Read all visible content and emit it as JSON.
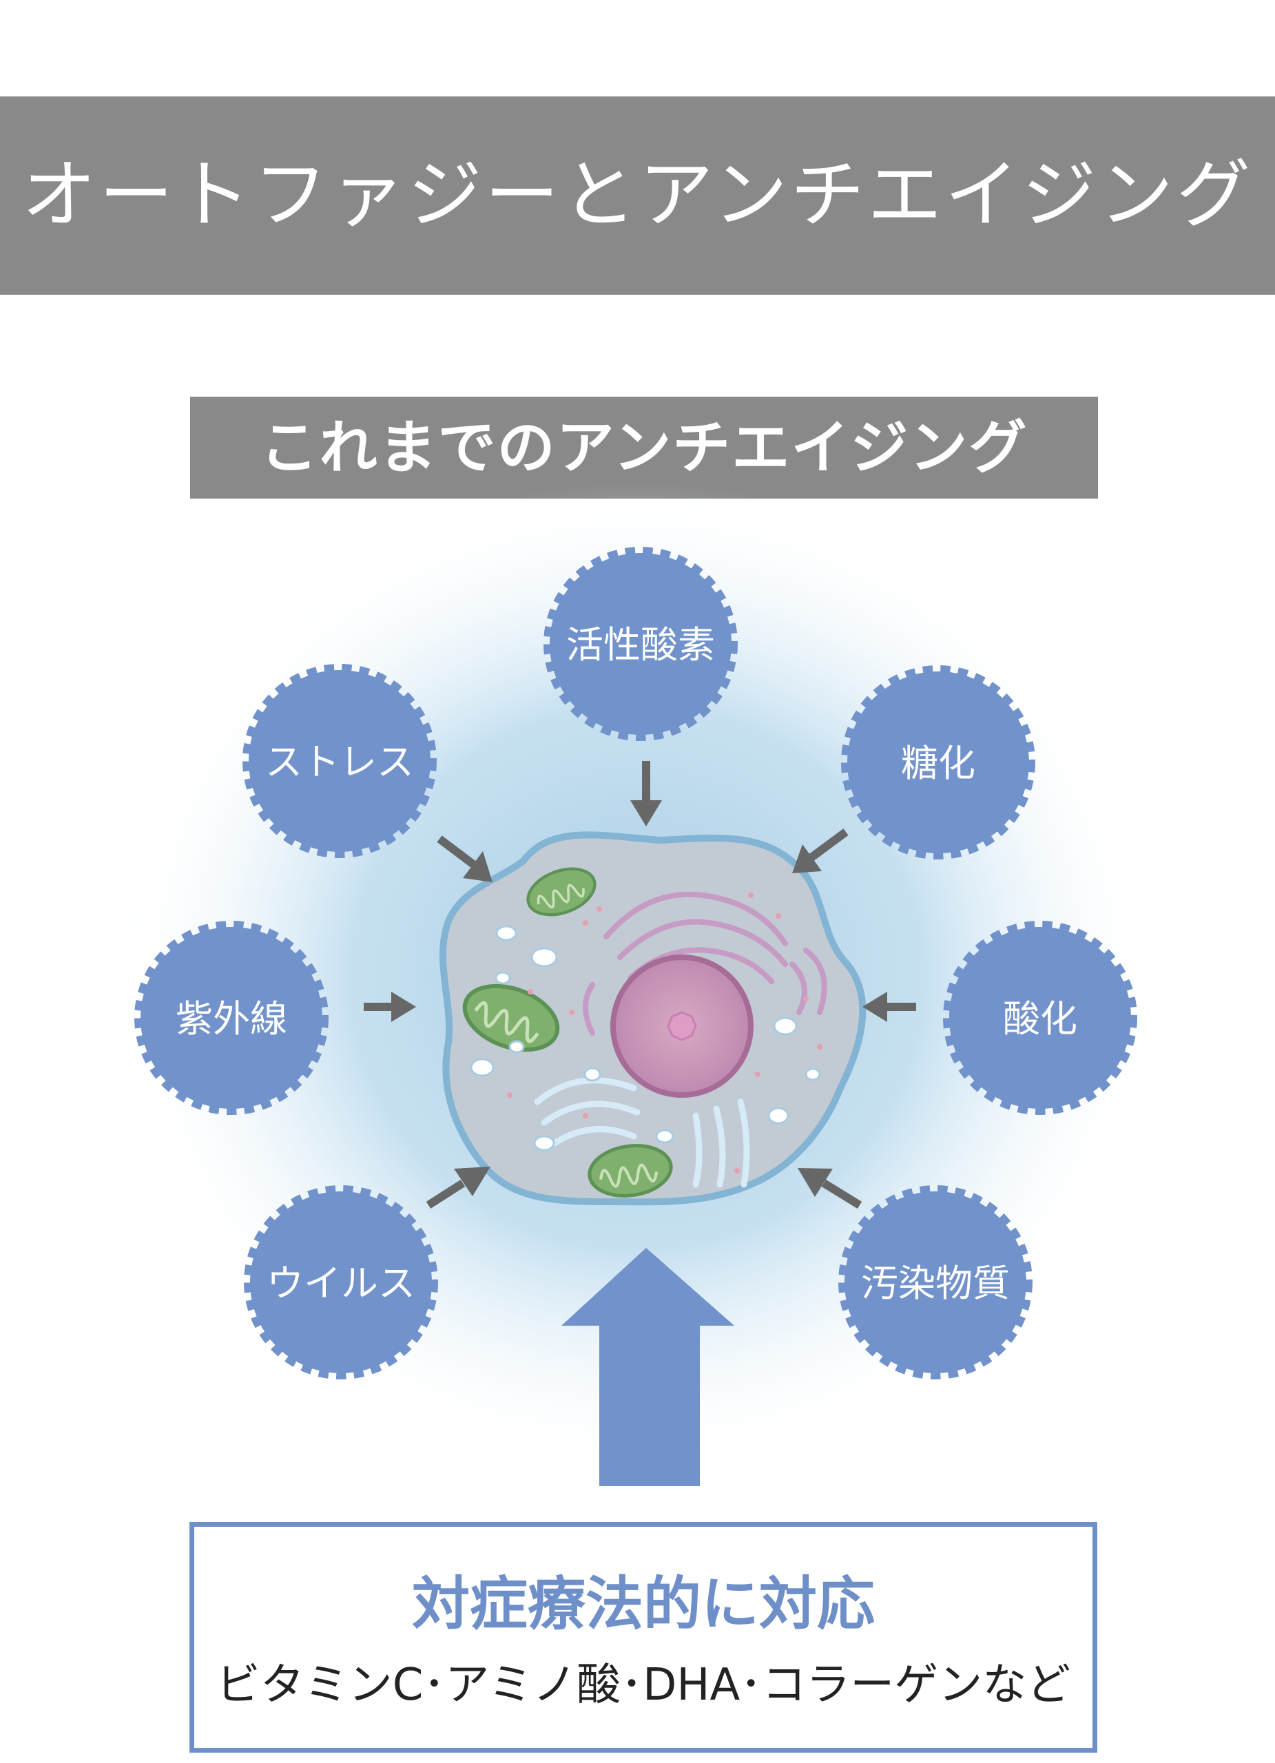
{
  "title": "オートファジーとアンチエイジング",
  "subtitle": "これまでのアンチエイジング",
  "factors": {
    "active_oxygen": "活性酸素",
    "stress": "ストレス",
    "glycation": "糖化",
    "uv": "紫外線",
    "oxidation": "酸化",
    "virus": "ウイルス",
    "pollutants": "汚染物質"
  },
  "bottom": {
    "title": "対症療法的に対応",
    "examples": "ビタミンC･アミノ酸･DHA･コラーゲンなど"
  },
  "colors": {
    "title_bg": "#898989",
    "badge": "#7192ca",
    "accent": "#6f8fc9",
    "arrow": "#676767",
    "glow": "#bcd8ea"
  }
}
